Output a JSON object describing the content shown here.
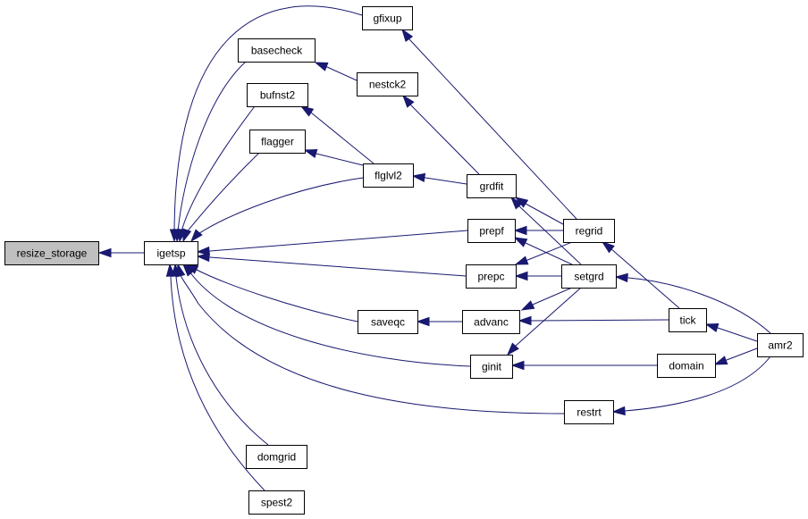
{
  "colors": {
    "edge": "#191970",
    "node_border": "#000000",
    "node_fill": "#ffffff",
    "root_fill": "#bfbfbf"
  },
  "nodes": [
    {
      "id": "resize_storage",
      "label": "resize_storage",
      "root": true
    },
    {
      "id": "igetsp",
      "label": "igetsp"
    },
    {
      "id": "gfixup",
      "label": "gfixup"
    },
    {
      "id": "basecheck",
      "label": "basecheck"
    },
    {
      "id": "bufnst2",
      "label": "bufnst2"
    },
    {
      "id": "flagger",
      "label": "flagger"
    },
    {
      "id": "nestck2",
      "label": "nestck2"
    },
    {
      "id": "flglvl2",
      "label": "flglvl2"
    },
    {
      "id": "grdfit",
      "label": "grdfit"
    },
    {
      "id": "prepf",
      "label": "prepf"
    },
    {
      "id": "prepc",
      "label": "prepc"
    },
    {
      "id": "regrid",
      "label": "regrid"
    },
    {
      "id": "setgrd",
      "label": "setgrd"
    },
    {
      "id": "saveqc",
      "label": "saveqc"
    },
    {
      "id": "advanc",
      "label": "advanc"
    },
    {
      "id": "tick",
      "label": "tick"
    },
    {
      "id": "amr2",
      "label": "amr2"
    },
    {
      "id": "ginit",
      "label": "ginit"
    },
    {
      "id": "domain",
      "label": "domain"
    },
    {
      "id": "restrt",
      "label": "restrt"
    },
    {
      "id": "domgrid",
      "label": "domgrid"
    },
    {
      "id": "spest2",
      "label": "spest2"
    }
  ],
  "edges": [
    {
      "from": "igetsp",
      "to": "resize_storage"
    },
    {
      "from": "gfixup",
      "to": "igetsp"
    },
    {
      "from": "basecheck",
      "to": "igetsp"
    },
    {
      "from": "bufnst2",
      "to": "igetsp"
    },
    {
      "from": "flagger",
      "to": "igetsp"
    },
    {
      "from": "flglvl2",
      "to": "igetsp"
    },
    {
      "from": "prepf",
      "to": "igetsp"
    },
    {
      "from": "prepc",
      "to": "igetsp"
    },
    {
      "from": "saveqc",
      "to": "igetsp"
    },
    {
      "from": "ginit",
      "to": "igetsp"
    },
    {
      "from": "restrt",
      "to": "igetsp"
    },
    {
      "from": "domgrid",
      "to": "igetsp"
    },
    {
      "from": "spest2",
      "to": "igetsp"
    },
    {
      "from": "regrid",
      "to": "gfixup"
    },
    {
      "from": "nestck2",
      "to": "basecheck"
    },
    {
      "from": "flglvl2",
      "to": "bufnst2"
    },
    {
      "from": "flglvl2",
      "to": "flagger"
    },
    {
      "from": "grdfit",
      "to": "nestck2"
    },
    {
      "from": "grdfit",
      "to": "flglvl2"
    },
    {
      "from": "regrid",
      "to": "grdfit"
    },
    {
      "from": "setgrd",
      "to": "grdfit"
    },
    {
      "from": "regrid",
      "to": "prepf"
    },
    {
      "from": "setgrd",
      "to": "prepf"
    },
    {
      "from": "regrid",
      "to": "prepc"
    },
    {
      "from": "setgrd",
      "to": "prepc"
    },
    {
      "from": "advanc",
      "to": "saveqc"
    },
    {
      "from": "setgrd",
      "to": "advanc"
    },
    {
      "from": "tick",
      "to": "advanc"
    },
    {
      "from": "setgrd",
      "to": "ginit"
    },
    {
      "from": "domain",
      "to": "ginit"
    },
    {
      "from": "tick",
      "to": "regrid"
    },
    {
      "from": "amr2",
      "to": "setgrd"
    },
    {
      "from": "amr2",
      "to": "tick"
    },
    {
      "from": "amr2",
      "to": "domain"
    },
    {
      "from": "amr2",
      "to": "restrt"
    }
  ]
}
